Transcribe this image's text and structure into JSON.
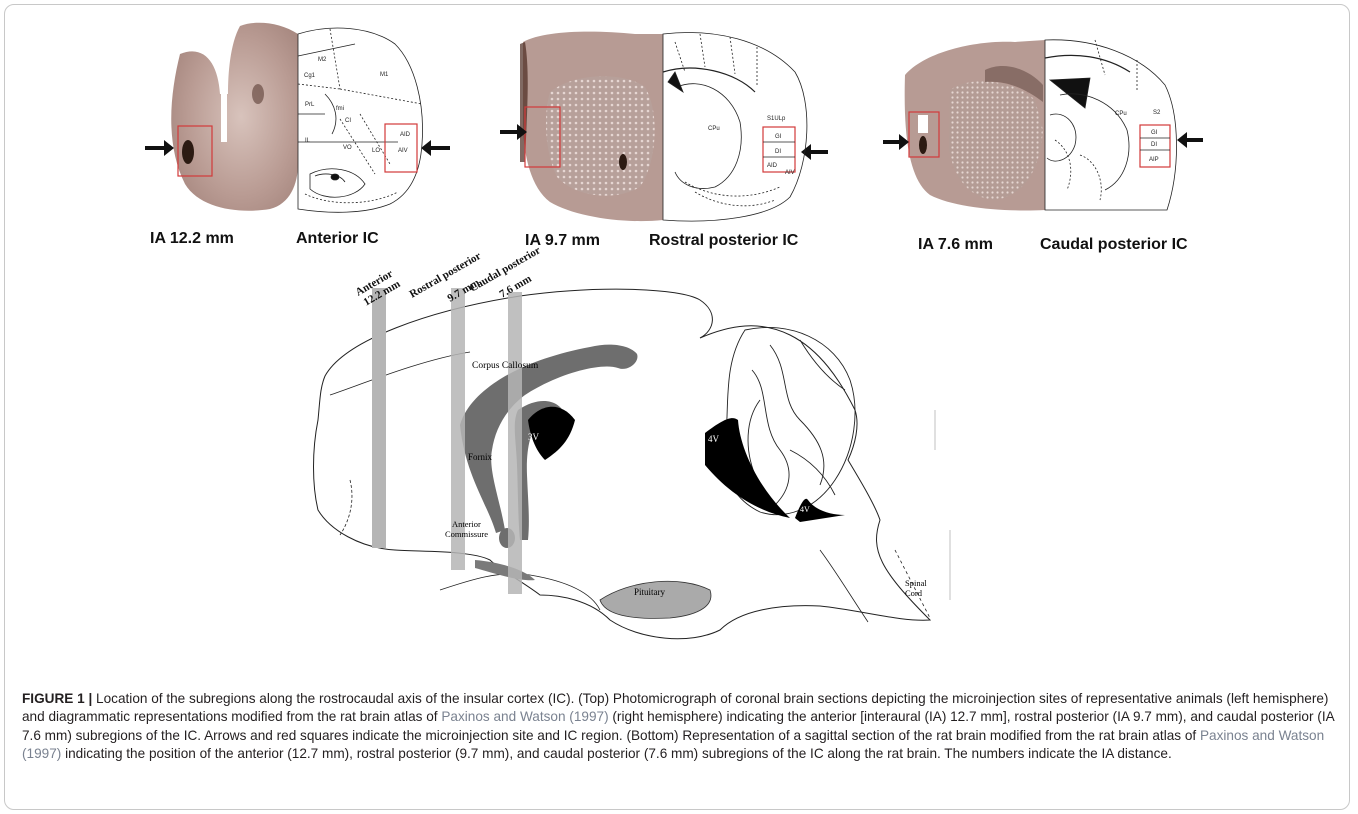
{
  "panels": [
    {
      "ia_label": "IA 12.2 mm",
      "region_label": "Anterior IC",
      "atlas_labels": [
        "M2",
        "Cg1",
        "M1",
        "PrL",
        "fmi",
        "CI",
        "IL",
        "VO",
        "LO",
        "AID",
        "AIV"
      ]
    },
    {
      "ia_label": "IA 9.7 mm",
      "region_label": "Rostral posterior IC",
      "atlas_labels": [
        "S1ULp",
        "CPu",
        "GI",
        "DI",
        "AID",
        "AIV"
      ]
    },
    {
      "ia_label": "IA 7.6 mm",
      "region_label": "Caudal posterior IC",
      "atlas_labels": [
        "S2",
        "CPu",
        "GI",
        "DI",
        "AIP"
      ]
    }
  ],
  "sagittal": {
    "section_labels": [
      {
        "name": "Anterior",
        "mm": "12.2 mm"
      },
      {
        "name": "Rostral posterior",
        "mm": "9.7 mm"
      },
      {
        "name": "Caudal posterior",
        "mm": "7.6 mm"
      }
    ],
    "structures": {
      "corpus_callosum": "Corpus Callosum",
      "fornix": "Fornix",
      "third_ventricle": "3V",
      "anterior_commissure_1": "Anterior",
      "anterior_commissure_2": "Commissure",
      "fourth_ventricle_a": "4V",
      "fourth_ventricle_b": "4V",
      "pituitary": "Pituitary",
      "spinal_cord_1": "Spinal",
      "spinal_cord_2": "Cord"
    }
  },
  "caption": {
    "figure_label": "FIGURE 1 |",
    "part1": " Location of the subregions along the rostrocaudal axis of the insular cortex (IC). (Top) Photomicrograph of coronal brain sections depicting the microinjection sites of representative animals (left hemisphere) and diagrammatic representations modified from the rat brain atlas of ",
    "ref1": "Paxinos and Watson (1997)",
    "part2": " (right hemisphere) indicating the anterior [interaural (IA) 12.7 mm], rostral posterior (IA 9.7 mm), and caudal posterior (IA 7.6 mm) subregions of the IC. Arrows and red squares indicate the microinjection site and IC region. (Bottom) Representation of a sagittal section of the rat brain modified from the rat brain atlas of ",
    "ref2": "Paxinos and Watson (1997)",
    "part3": " indicating the position of the anterior (12.7 mm), rostral posterior (9.7 mm), and caudal posterior (7.6 mm) subregions of the IC along the rat brain. The numbers indicate the IA distance."
  },
  "colors": {
    "tissue": "#b89a92",
    "square": "#d23a3a",
    "shaded": "#7a7a7a"
  }
}
